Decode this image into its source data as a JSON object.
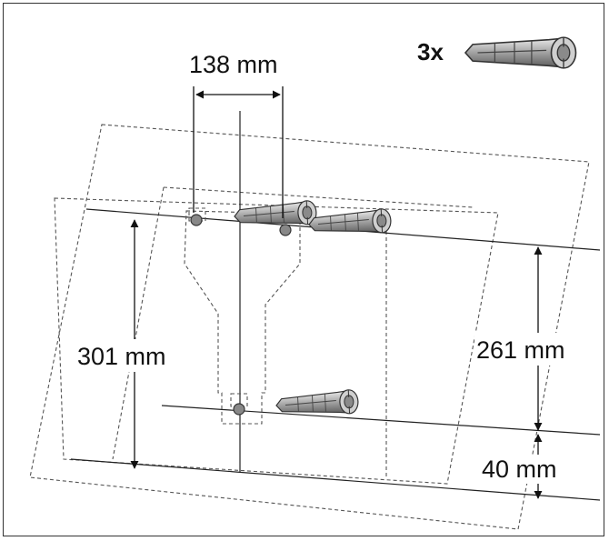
{
  "quantity": {
    "label": "3x",
    "count": 3
  },
  "dimensions": {
    "top_spacing": "138 mm",
    "left_height": "301 mm",
    "right_upper": "261 mm",
    "right_lower": "40 mm"
  },
  "icons": {
    "anchor": "wall-plug-icon",
    "drill_hole": "drill-hole-icon"
  },
  "colors": {
    "stroke": "#222222",
    "dashed": "#555555",
    "anchor_fill": "#9a9a9a",
    "anchor_highlight": "#d9d9d9"
  }
}
